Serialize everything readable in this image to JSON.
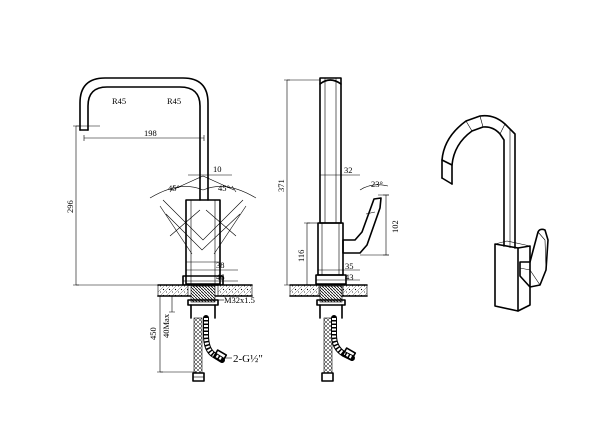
{
  "front_view": {
    "radius_left": "R45",
    "radius_right": "R45",
    "reach": "198",
    "spout_tube": "10",
    "angle_left": "45°",
    "angle_right": "45°",
    "total_height": "296",
    "body_width": "38",
    "base_width": "46",
    "thread": "M32x1.5",
    "hose_length": "450",
    "deck_max": "40Max",
    "hose_connection": "2-G½\""
  },
  "side_view": {
    "overall_height": "371",
    "tube_width": "32",
    "lever_angle": "23°",
    "lever_height": "102",
    "body_height": "116",
    "body_width": "35",
    "base_width": "43"
  }
}
